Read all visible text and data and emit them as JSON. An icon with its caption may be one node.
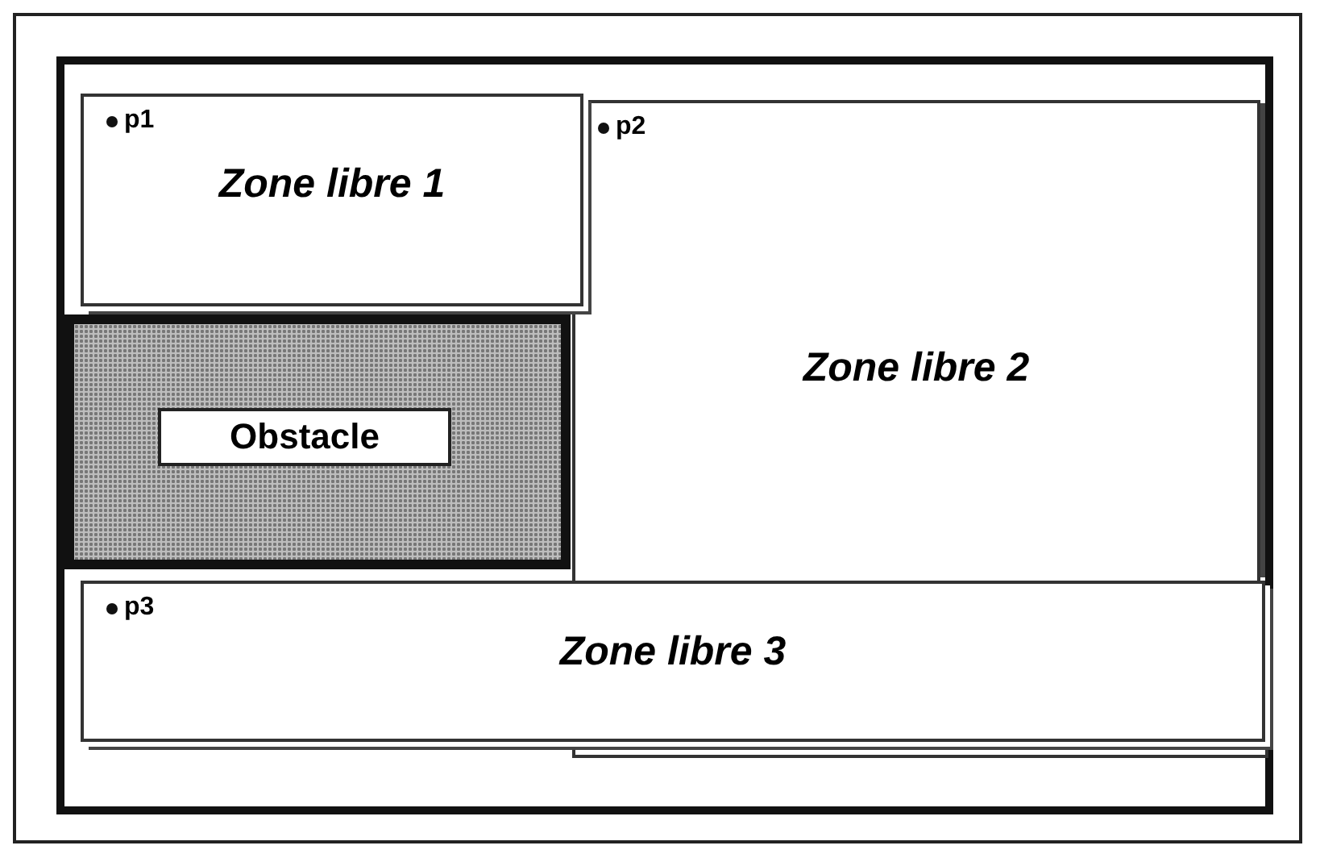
{
  "diagram": {
    "nodes": [
      {
        "text": [],
        "shape": "box"
      },
      {
        "text": [
          "p1",
          "Zone libre 1"
        ],
        "in": 0
      },
      {
        "text": [
          "p2",
          "Zone libre 2"
        ],
        "in": 0
      },
      {
        "text": [],
        "shape": "box",
        "in": 0
      },
      {
        "text": [
          "Obstacle"
        ],
        "in": 3
      },
      {
        "text": [
          "p3",
          "Zone libre 3"
        ],
        "in": 0
      }
    ],
    "edges": []
  }
}
